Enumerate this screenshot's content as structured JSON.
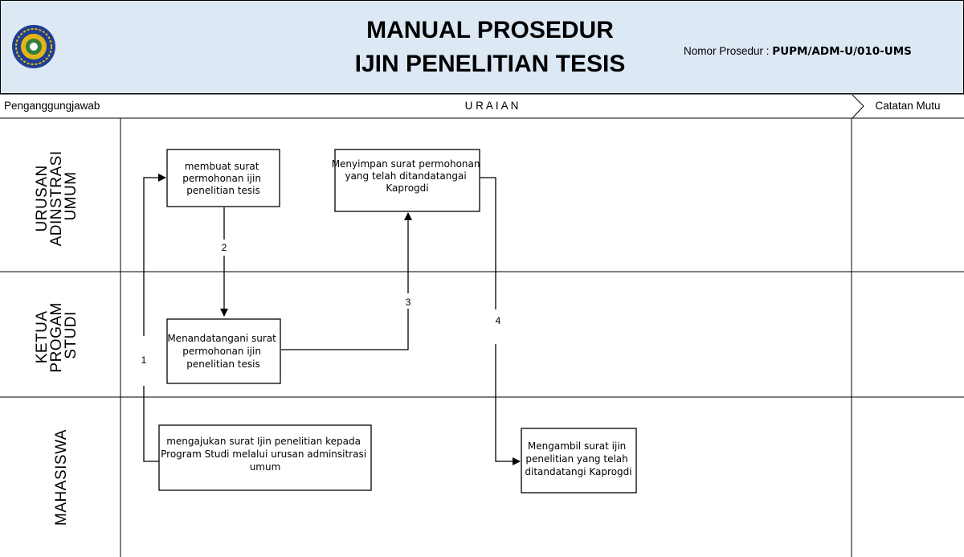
{
  "header": {
    "title_line1": "MANUAL PROSEDUR",
    "title_line2": "IJIN  PENELITIAN  TESIS",
    "procedure_label": "Nomor Prosedur : ",
    "procedure_code": "PUPM/ADM-U/010-UMS"
  },
  "columns": {
    "responsible": "Penganggungjawab",
    "description": "U R A I A N",
    "quality_notes": "Catatan Mutu"
  },
  "lanes": [
    {
      "lines": [
        "URUSAN",
        "ADINSTRASI",
        "UMUM"
      ]
    },
    {
      "lines": [
        "KETUA",
        "PROGAM",
        "STUDI"
      ]
    },
    {
      "lines": [
        "MAHASISWA"
      ]
    }
  ],
  "steps": [
    {
      "lines": [
        "membuat surat",
        "permohonan ijin",
        "penelitian tesis"
      ]
    },
    {
      "lines": [
        "Menyimpan surat permohonan",
        "yang telah ditandatangai",
        "Kaprogdi"
      ]
    },
    {
      "lines": [
        "Menandatangani surat",
        "permohonan ijin",
        "penelitian tesis"
      ]
    },
    {
      "lines": [
        "mengajukan surat Ijin penelitian kepada",
        "Program Studi  melalui urusan adminsitrasi",
        "umum"
      ]
    },
    {
      "lines": [
        "Mengambil surat ijin",
        "penelitian yang telah",
        "ditandatangi Kaprogdi"
      ]
    }
  ],
  "flow_labels": [
    "1",
    "2",
    "3",
    "4"
  ],
  "colors": {
    "header_bg": "#dde8f5",
    "logo_blue": "#1f3f8f",
    "logo_gold": "#e4b417"
  }
}
